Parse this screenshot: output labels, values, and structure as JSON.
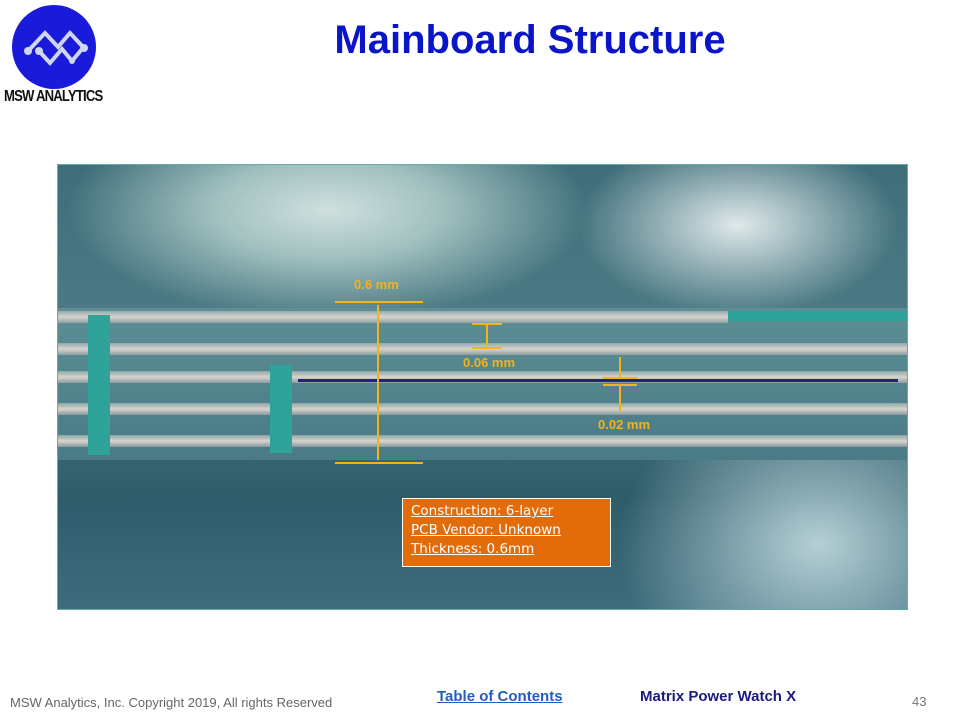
{
  "logo": {
    "text": "MSW ANALYTICS",
    "color": "#1a1adb"
  },
  "title": "Mainboard Structure",
  "photo": {
    "annotations": {
      "total": "0.6 mm",
      "layer": "0.06 mm",
      "gap": "0.02 mm"
    },
    "info_box": {
      "lines": [
        "Construction: 6-layer",
        "PCB Vendor:  Unknown",
        "Thickness:  0.6mm"
      ],
      "color": "#e36c0a"
    }
  },
  "footer": {
    "copyright": "MSW Analytics, Inc. Copyright 2019, All rights Reserved",
    "toc_link": "Table of Contents",
    "product": "Matrix Power Watch X",
    "page_number": "43"
  }
}
